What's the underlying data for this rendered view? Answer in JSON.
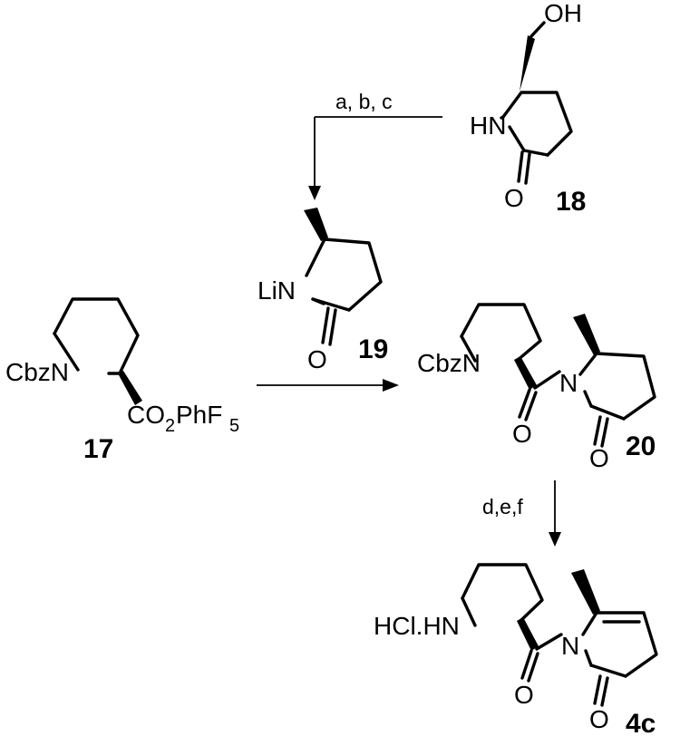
{
  "arrows": {
    "step_abc": "a, b, c",
    "step_def": "d,e,f"
  },
  "compounds": {
    "c17": {
      "number": "17",
      "n_label": "CbzN",
      "ester_co": "CO",
      "ester_sub": "2",
      "ester_ph": "PhF",
      "ester_f_sub": "5"
    },
    "c18": {
      "number": "18",
      "oh_label": "OH",
      "nh_label": "HN",
      "o_label": "O"
    },
    "c19": {
      "number": "19",
      "n_label": "LiN",
      "o_label": "O"
    },
    "c20": {
      "number": "20",
      "cbz_label": "CbzN",
      "n_label": "N",
      "o_amide": "O",
      "o_lactam": "O"
    },
    "c4c": {
      "number": "4c",
      "hn_label": "HCl.HN",
      "n_label": "N",
      "o_amide": "O",
      "o_lactam": "O"
    }
  }
}
